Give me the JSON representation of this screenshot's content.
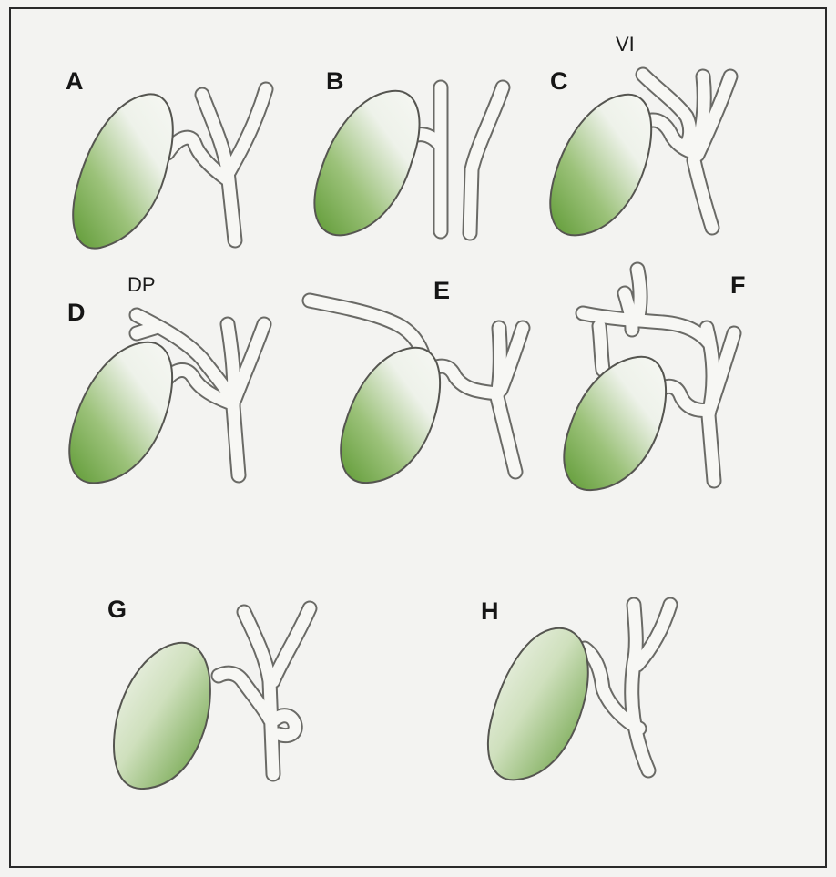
{
  "figure": {
    "panels": [
      {
        "id": "A",
        "label": "A",
        "annotation": ""
      },
      {
        "id": "B",
        "label": "B",
        "annotation": ""
      },
      {
        "id": "C",
        "label": "C",
        "annotation": "VI"
      },
      {
        "id": "D",
        "label": "D",
        "annotation": "DP"
      },
      {
        "id": "E",
        "label": "E",
        "annotation": ""
      },
      {
        "id": "F",
        "label": "F",
        "annotation": ""
      },
      {
        "id": "G",
        "label": "G",
        "annotation": ""
      },
      {
        "id": "H",
        "label": "H",
        "annotation": ""
      }
    ]
  },
  "colors": {
    "gallbladder_green": "#5f9a35",
    "gallbladder_light": "#eef2ea",
    "duct_fill": "#f7f7f4",
    "duct_outline": "#6a6a66",
    "border": "#2a2a2a",
    "background": "#f3f3f1"
  }
}
